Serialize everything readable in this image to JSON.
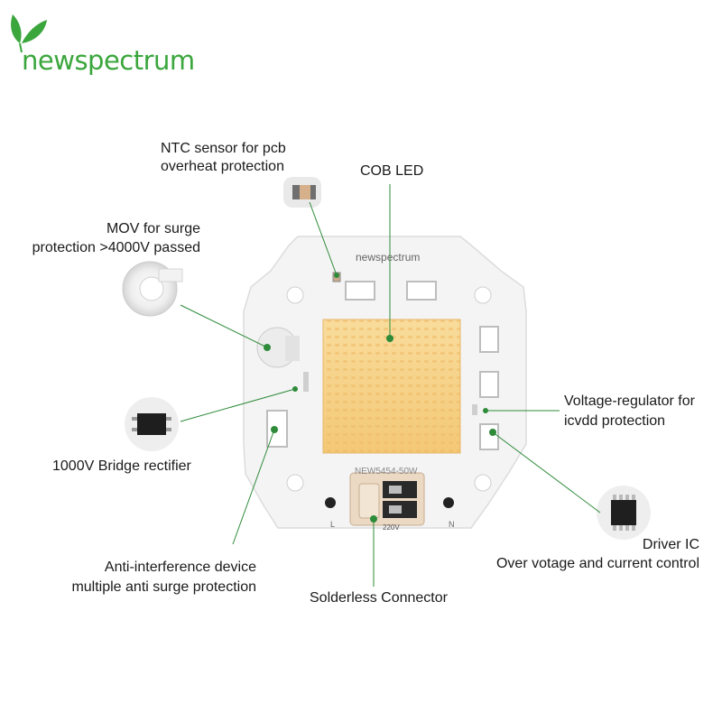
{
  "brand": {
    "name": "newspectrum",
    "board_logo": "newspectrum",
    "color": "#3aa63c",
    "icon": "leaf-logo-icon"
  },
  "board": {
    "model": "NEW5454-50W",
    "voltage": "220V",
    "terminal_left": "L",
    "terminal_right": "N",
    "led_color": "#f7d18a"
  },
  "callouts": {
    "ntc_line1": "NTC sensor for pcb",
    "ntc_line2": "overheat protection",
    "cob": "COB LED",
    "mov_line1": "MOV for surge",
    "mov_line2": "protection >4000V passed",
    "voltage_line1": "Voltage-regulator for",
    "voltage_line2": "icvdd protection",
    "bridge": "1000V Bridge rectifier",
    "driver_line1": "Driver IC",
    "driver_line2": "Over votage and current control",
    "anti_line1": "Anti-interference device",
    "anti_line2": "multiple anti surge protection",
    "connector": "Solderless Connector"
  }
}
